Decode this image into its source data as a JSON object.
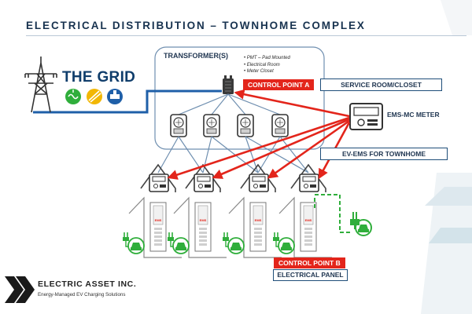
{
  "title": "ELECTRICAL DISTRIBUTION – TOWNHOME COMPLEX",
  "grid": {
    "label": "THE GRID",
    "icons": [
      "hydro-icon",
      "solar-icon",
      "gas-icon"
    ]
  },
  "transformer": {
    "title": "TRANSFORMER(S)",
    "options": [
      "PMT – Pad Mounted",
      "Electrical Room",
      "Meter Closet"
    ],
    "meter_count": 4
  },
  "labels": {
    "control_point_a": "CONTROL POINT A",
    "service_room": "SERVICE ROOM/CLOSET",
    "ems_mc_meter": "EMS-MC METER",
    "ev_ems": "EV-EMS FOR TOWNHOME",
    "control_point_b": "CONTROL POINT B",
    "electrical_panel": "ELECTRICAL PANEL"
  },
  "townhomes": {
    "count": 4,
    "panel_tag": "EMS"
  },
  "company": {
    "name": "ELECTRIC ASSET INC.",
    "tagline": "Energy-Managed EV Charging Solutions"
  },
  "colors": {
    "title": "#17324f",
    "grid_line": "#1f5fa8",
    "accent_red": "#e3251b",
    "house_outline": "#555555",
    "ev_green": "#2fae3b",
    "box_border": "#1f4e79"
  }
}
